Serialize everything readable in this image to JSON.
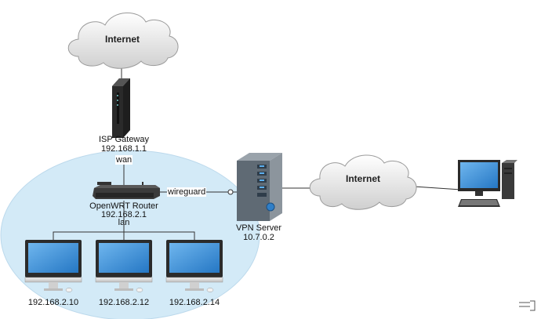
{
  "clouds": [
    {
      "id": "cloud-top",
      "label": "Internet"
    },
    {
      "id": "cloud-right",
      "label": "Internet"
    }
  ],
  "isp_gateway": {
    "name": "ISP Gateway",
    "ip": "192.168.1.1"
  },
  "router": {
    "name": "OpenWRT Router",
    "ip": "192.168.2.1"
  },
  "vpn_server": {
    "name": "VPN Server",
    "ip": "10.7.0.2"
  },
  "links": {
    "wan": "wan",
    "lan": "lan",
    "wireguard": "wireguard"
  },
  "lan_clients": [
    {
      "ip": "192.168.2.10"
    },
    {
      "ip": "192.168.2.12"
    },
    {
      "ip": "192.168.2.14"
    }
  ],
  "colors": {
    "lan_zone": "#d3eaf7",
    "monitor_screen": "#3b8fd6",
    "server_body": "#6b7783",
    "cloud": "#e3e3e3"
  }
}
